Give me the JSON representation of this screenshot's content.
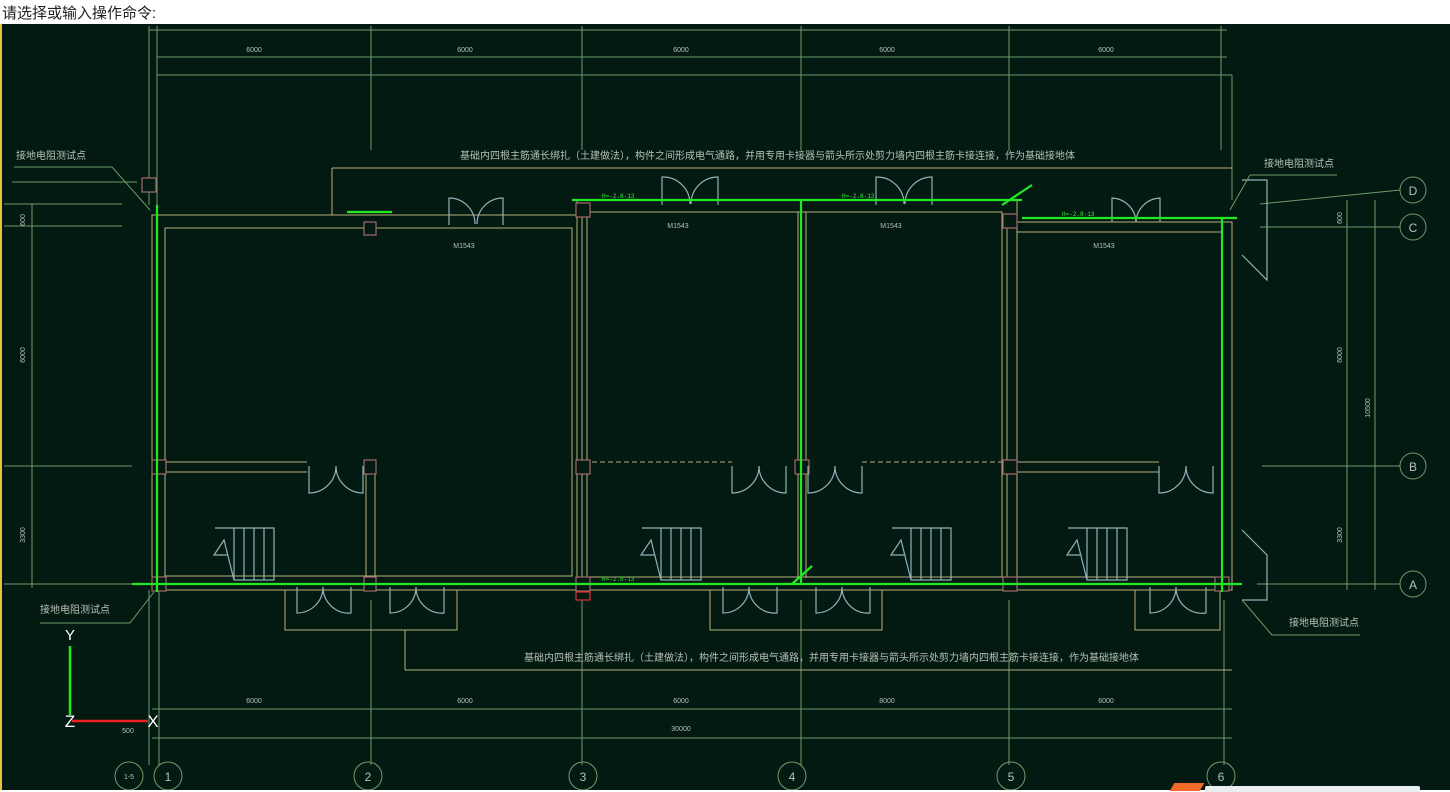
{
  "command_prompt": "请选择或输入操作命令:",
  "drawing": {
    "top_dimensions": [
      "6000",
      "6000",
      "6000",
      "6000",
      "6000"
    ],
    "bottom_dimensions": [
      "6000",
      "6000",
      "6000",
      "8000",
      "6000"
    ],
    "bottom_total": "30000",
    "left_dimensions": [
      "600",
      "6000",
      "3300"
    ],
    "right_dimensions": [
      "600",
      "6000",
      "3300"
    ],
    "right_total": "10500",
    "note_top": "基础内四根主筋通长绑扎（土建做法），构件之间形成电气通路，并用专用卡接器与箭头所示处剪力墙内四根主筋卡接连接，作为基础接地体",
    "note_bottom": "基础内四根主筋通长绑扎（土建做法），构件之间形成电气通路，并用专用卡接器与箭头所示处剪力墙内四根主筋卡接连接，作为基础接地体",
    "test_point_label": "接地电阻测试点",
    "row_axes": [
      "D",
      "C",
      "B",
      "A"
    ],
    "column_axes": [
      "1-5",
      "1",
      "2",
      "3",
      "4",
      "5",
      "6"
    ],
    "room_labels": [
      "M1543",
      "M1543",
      "M1543",
      "M1543"
    ],
    "ground_tag": "H=-2.8-13",
    "ucs": {
      "x": "X",
      "y": "Y",
      "z": "Z",
      "scale": "500"
    }
  },
  "colors": {
    "background": "#021a12",
    "ground_conductor": "#22e822",
    "dimension": "#6f9c6a",
    "wall": "#b9ae7a"
  }
}
